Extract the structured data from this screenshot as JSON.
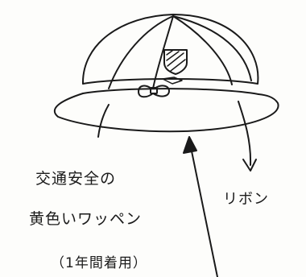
{
  "labels": {
    "wappen_line_1": "交通安全の",
    "wappen_line_2": "黄色いワッペン",
    "wappen_line_3": "（1年間着用）",
    "ribbon": "リボン"
  },
  "colors": {
    "ink": "#1a1a1a",
    "paper": "#fdfdfb"
  }
}
